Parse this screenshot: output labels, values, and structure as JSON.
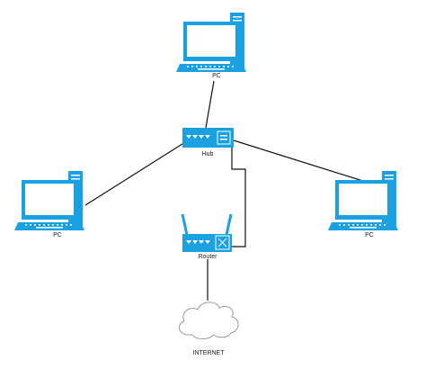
{
  "colors": {
    "device": "#1ba1e2",
    "device_dark": "#0e7fb8",
    "screen": "#ffffff",
    "wire": "#111111",
    "cloud_stroke": "#9a9a9a",
    "cloud_fill": "#ffffff",
    "label": "#222222"
  },
  "nodes": {
    "pc_top": {
      "label": "PC",
      "icon": "desktop-computer-icon"
    },
    "pc_left": {
      "label": "PC",
      "icon": "desktop-computer-icon"
    },
    "pc_right": {
      "label": "PC",
      "icon": "desktop-computer-icon"
    },
    "hub": {
      "label": "Hub",
      "icon": "hub-icon"
    },
    "router": {
      "label": "Router",
      "icon": "wireless-router-icon"
    },
    "internet": {
      "label": "INTERNET",
      "icon": "cloud-icon"
    }
  },
  "connections": [
    {
      "from": "pc_top",
      "to": "hub"
    },
    {
      "from": "hub",
      "to": "pc_left"
    },
    {
      "from": "hub",
      "to": "pc_right"
    },
    {
      "from": "hub",
      "to": "router"
    },
    {
      "from": "router",
      "to": "internet"
    }
  ]
}
